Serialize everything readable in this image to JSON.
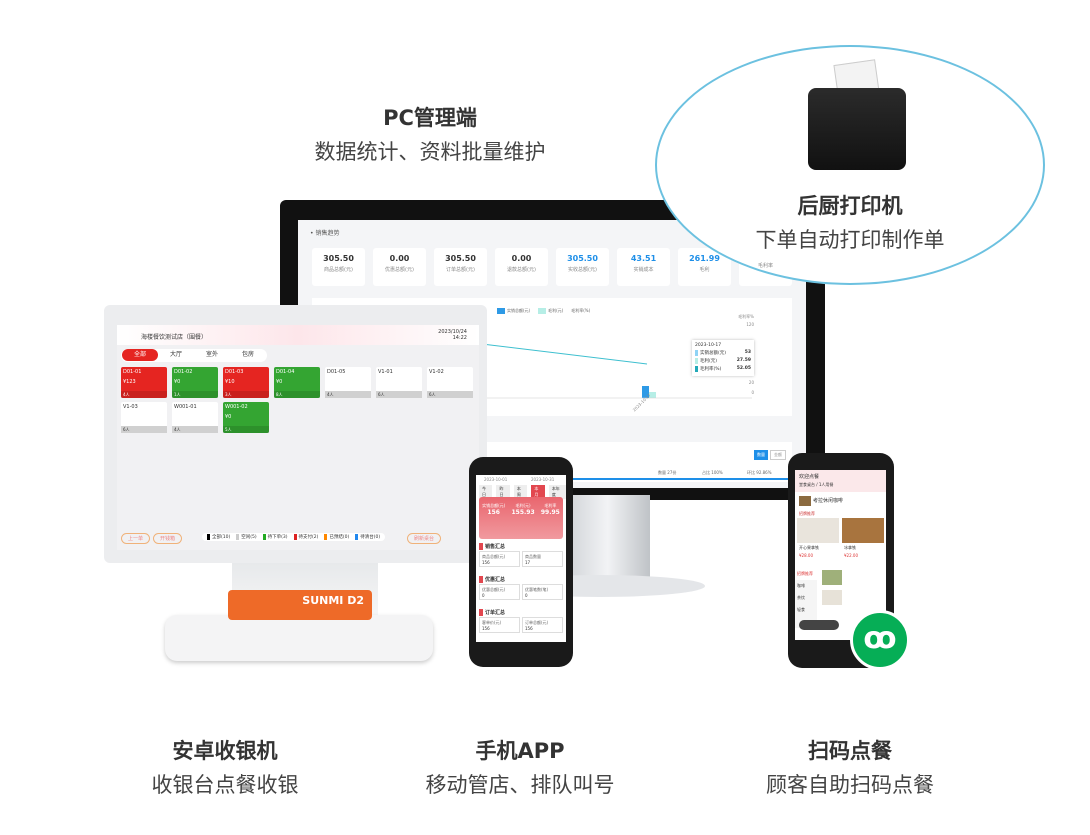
{
  "pc": {
    "title": "PC管理端",
    "subtitle": "数据统计、资料批量维护",
    "section": "• 销售趋势",
    "stats": [
      {
        "value": "305.50",
        "label": "商品总额(元)"
      },
      {
        "value": "0.00",
        "label": "优惠总额(元)"
      },
      {
        "value": "305.50",
        "label": "订单总额(元)"
      },
      {
        "value": "0.00",
        "label": "退款总额(元)"
      },
      {
        "value": "305.50",
        "label": "实收总额(元)"
      },
      {
        "value": "43.51",
        "label": "实销成本"
      },
      {
        "value": "261.99",
        "label": "毛利"
      },
      {
        "value": "",
        "label": "毛利率"
      }
    ],
    "legend": [
      "实销总额(元)",
      "毛利(元)",
      "毛利率(%)"
    ],
    "axis_right": "毛利率%",
    "ticks": [
      "120",
      "20",
      "0"
    ],
    "xdate": "2023-10-17",
    "tooltip": {
      "date": "2023-10-17",
      "rows": [
        {
          "label": "实销总额(元)",
          "value": "53"
        },
        {
          "label": "毛利(元)",
          "value": "27.59"
        },
        {
          "label": "毛利率(%)",
          "value": "52.05"
        }
      ]
    },
    "buttons": [
      "数量",
      "金额"
    ],
    "footer": [
      "数量 27份",
      "占比 100%",
      "环比 92.86%"
    ]
  },
  "printer": {
    "title": "后厨打印机",
    "subtitle": "下单自动打印制作单"
  },
  "pos": {
    "title": "安卓收银机",
    "subtitle": "收银台点餐收银",
    "brand": "SUNMI D2",
    "store": "海楼餐饮测试店（围餐）",
    "datetime": "2023/10/24 14:22",
    "tabs": [
      "全部",
      "大厅",
      "室外",
      "包房"
    ],
    "tables": [
      {
        "name": "D01-01",
        "amount": "¥123",
        "foot": "4人",
        "color": "red"
      },
      {
        "name": "D01-02",
        "amount": "¥0",
        "foot": "1人",
        "color": "green"
      },
      {
        "name": "D01-03",
        "amount": "¥10",
        "foot": "3人",
        "color": "red"
      },
      {
        "name": "D01-04",
        "amount": "¥0",
        "foot": "8人",
        "color": "green"
      },
      {
        "name": "D01-05",
        "amount": "",
        "foot": "4人",
        "color": "white"
      },
      {
        "name": "V1-01",
        "amount": "",
        "foot": "6人",
        "color": "white"
      },
      {
        "name": "V1-02",
        "amount": "",
        "foot": "6人",
        "color": "white"
      },
      {
        "name": "V1-03",
        "amount": "",
        "foot": "6人",
        "color": "white"
      },
      {
        "name": "W001-01",
        "amount": "",
        "foot": "4人",
        "color": "white"
      },
      {
        "name": "W001-02",
        "amount": "¥0",
        "foot": "5人",
        "color": "green"
      }
    ],
    "bottom_buttons": [
      "上一单",
      "开钱箱",
      "刷新桌台"
    ],
    "filters": [
      "全部(10)",
      "空闲(5)",
      "待下单(3)",
      "待支付(2)",
      "已预结(0)",
      "待清台(0)"
    ]
  },
  "app": {
    "title": "手机APP",
    "subtitle": "移动管店、排队叫号",
    "dates": [
      "2023-10-01",
      "2023-10-31"
    ],
    "periods": [
      "今日",
      "昨日",
      "本周",
      "本月",
      "本年度"
    ],
    "kpis": [
      {
        "label": "实销总额(元)",
        "value": "156"
      },
      {
        "label": "毛利(元)",
        "value": "155.93"
      },
      {
        "label": "毛利率",
        "value": "99.95"
      }
    ],
    "sections": [
      {
        "title": "销售汇总",
        "cells": [
          [
            "商品总额(元)",
            "156"
          ],
          [
            "商品数量",
            "17"
          ]
        ]
      },
      {
        "title": "优惠汇总",
        "cells": [
          [
            "优惠总额(元)",
            "0"
          ],
          [
            "优惠笔数(笔)",
            "0"
          ]
        ]
      },
      {
        "title": "订单汇总",
        "cells": [
          [
            "客单价(元)",
            "156"
          ],
          [
            "订单总额(元)",
            "156"
          ]
        ]
      }
    ]
  },
  "scan": {
    "title": "扫码点餐",
    "subtitle": "顾客自助扫码点餐",
    "header": "欢迎点餐",
    "table": "堂食桌台 / 1人用餐",
    "shop": "考拉休闲咖啡",
    "recommend": "招牌推荐",
    "items": [
      {
        "name": "开心果拿铁",
        "price": "¥28.00"
      },
      {
        "name": "冰拿铁",
        "price": "¥22.00"
      }
    ],
    "side": [
      "招牌推荐",
      "咖啡",
      "茶饮",
      "轻食"
    ]
  }
}
